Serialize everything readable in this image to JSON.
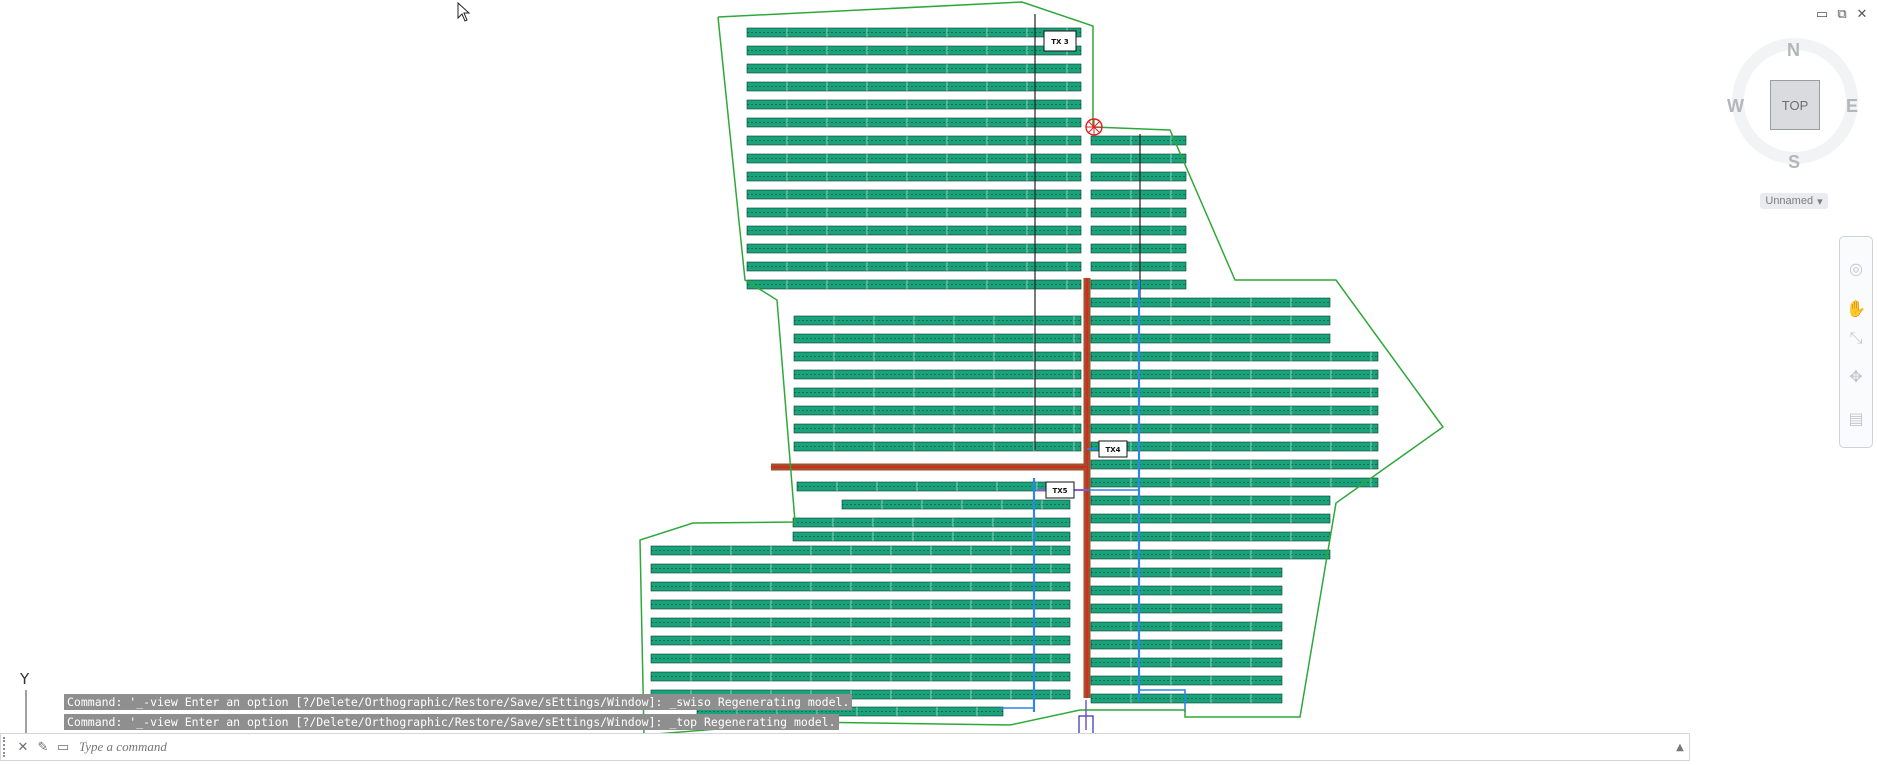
{
  "window_controls": {
    "minimize": "▭",
    "restore": "⧉",
    "close": "✕"
  },
  "viewcube": {
    "north": "N",
    "south": "S",
    "east": "E",
    "west": "W",
    "face": "TOP"
  },
  "named_view": {
    "label": "Unnamed",
    "arrow": "▾"
  },
  "drawing": {
    "transformer_labels": [
      "TX 3",
      "TX4",
      "TX5"
    ],
    "colors": {
      "boundary": "#2fa83a",
      "panel_fill": "#1aa37a",
      "panel_line": "#0b3a2e",
      "dc_cable": "#2e86e6",
      "mv_trench_outer": "#a0522d",
      "mv_trench_core": "#e02020",
      "lv_cable": "#222222",
      "purple_feed": "#8a5cd8"
    }
  },
  "ucs": {
    "y_label": "Y"
  },
  "command": {
    "history": [
      "Command: '_-view Enter an option [?/Delete/Orthographic/Restore/Save/sEttings/Window]: _swiso Regenerating model.",
      "Command: '_-view Enter an option [?/Delete/Orthographic/Restore/Save/sEttings/Window]: _top Regenerating model."
    ],
    "placeholder": "Type a command",
    "recent_icon": "⌄"
  },
  "icons": [
    "close-icon",
    "customize-icon",
    "command-line-icon",
    "pan-icon",
    "orbit-icon",
    "zoom-icon"
  ]
}
